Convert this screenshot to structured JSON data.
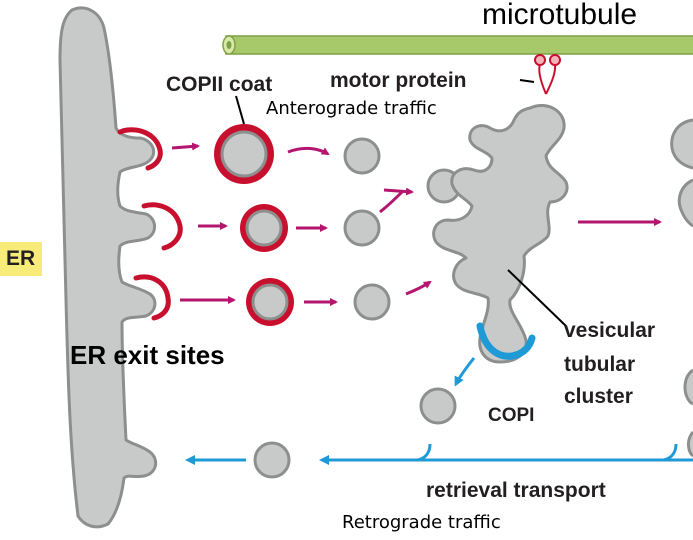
{
  "labels": {
    "microtubule": "microtubule",
    "motor_protein": "motor protein",
    "copii_coat": "COPII coat",
    "anterograde": "Anterograde traffic",
    "er": "ER",
    "er_exit_sites": "ER exit sites",
    "vesicular": "vesicular",
    "tubular": "tubular",
    "cluster": "cluster",
    "copi": "COPI",
    "retrieval_transport": "retrieval transport",
    "retrograde": "Retrograde traffic"
  },
  "colors": {
    "membrane_gray": "#c8cac9",
    "membrane_outline": "#8c8f8e",
    "copii_red": "#c8102e",
    "copi_blue": "#1e9ad6",
    "anterograde_arrow": "#b5156e",
    "microtubule_green": "#a8c96a",
    "er_tag_yellow": "#f7ec7a"
  }
}
